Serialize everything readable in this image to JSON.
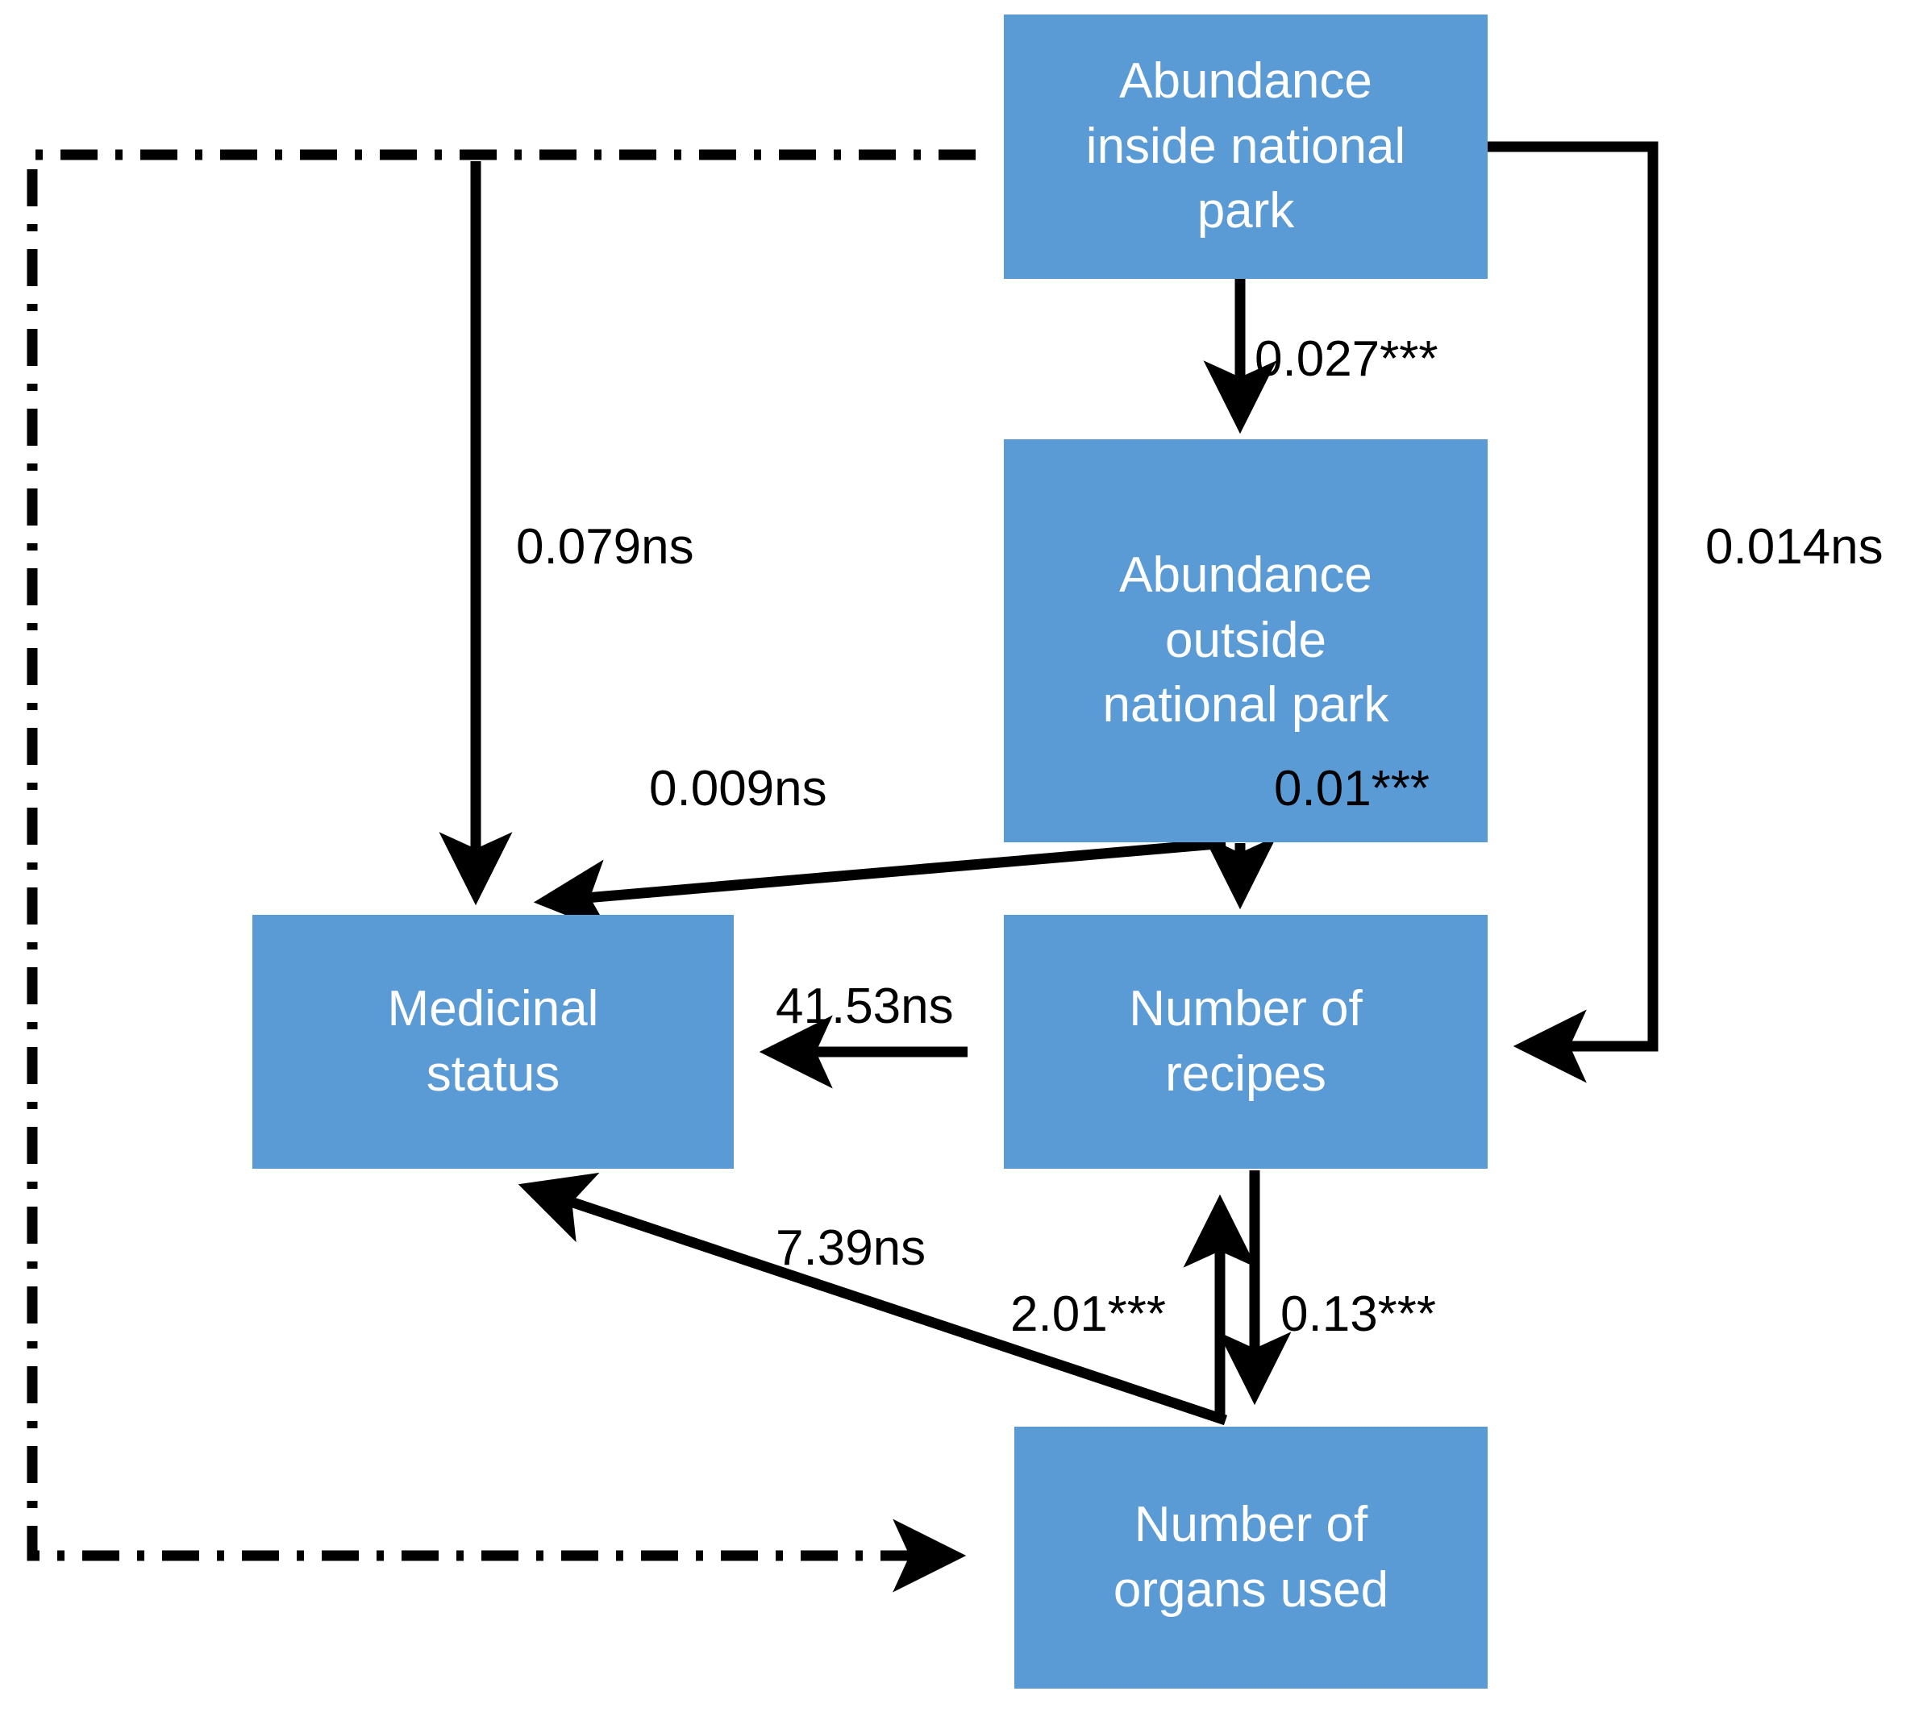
{
  "diagram": {
    "type": "path-analysis-sem",
    "background_color": "#ffffff",
    "node_fill_color": "#5B9BD5",
    "node_text_color": "#ffffff",
    "edge_color": "#000000",
    "nodes": [
      {
        "id": "abundance_inside",
        "label": "Abundance inside national park"
      },
      {
        "id": "abundance_outside",
        "label": "Abundance outside national park"
      },
      {
        "id": "medicinal_status",
        "label": "Medicinal status"
      },
      {
        "id": "number_recipes",
        "label": "Number of recipes"
      },
      {
        "id": "number_organs",
        "label": "Number of organs used"
      }
    ],
    "edges": [
      {
        "id": "e1",
        "from": "abundance_inside",
        "to": "abundance_outside",
        "label": "0.027***",
        "style": "solid"
      },
      {
        "id": "e2",
        "from": "abundance_inside",
        "to": "medicinal_status",
        "label": "0.079ns",
        "style": "solid"
      },
      {
        "id": "e3",
        "from": "abundance_inside",
        "to": "number_recipes",
        "label": "0.014ns",
        "style": "solid"
      },
      {
        "id": "e4",
        "from": "abundance_outside",
        "to": "medicinal_status",
        "label": "0.009ns",
        "style": "solid"
      },
      {
        "id": "e5",
        "from": "abundance_outside",
        "to": "number_recipes",
        "label": "0.01***",
        "style": "solid"
      },
      {
        "id": "e6",
        "from": "number_recipes",
        "to": "medicinal_status",
        "label": "41.53ns",
        "style": "solid"
      },
      {
        "id": "e7",
        "from": "number_organs",
        "to": "medicinal_status",
        "label": "7.39ns",
        "style": "solid"
      },
      {
        "id": "e8",
        "from": "number_organs",
        "to": "number_recipes",
        "label": "2.01***",
        "style": "solid"
      },
      {
        "id": "e9",
        "from": "number_recipes",
        "to": "number_organs",
        "label": "0.13***",
        "style": "solid"
      },
      {
        "id": "e10",
        "from": "abundance_inside",
        "to": "number_organs",
        "label": "",
        "style": "dash-dot"
      }
    ],
    "labels": {
      "node_abundance_inside_line1": "Abundance",
      "node_abundance_inside_line2": "inside national",
      "node_abundance_inside_line3": "park",
      "node_abundance_outside_line1": "Abundance",
      "node_abundance_outside_line2": "outside",
      "node_abundance_outside_line3": "national park",
      "node_medicinal_line1": "Medicinal",
      "node_medicinal_line2": "status",
      "node_recipes_line1": "Number of",
      "node_recipes_line2": "recipes",
      "node_organs_line1": "Number of",
      "node_organs_line2": "organs used",
      "edge_0027": "0.027***",
      "edge_0079": "0.079ns",
      "edge_0014": "0.014ns",
      "edge_0009": "0.009ns",
      "edge_001": "0.01***",
      "edge_4153": "41.53ns",
      "edge_739": "7.39ns",
      "edge_201": "2.01***",
      "edge_013": "0.13***"
    }
  }
}
